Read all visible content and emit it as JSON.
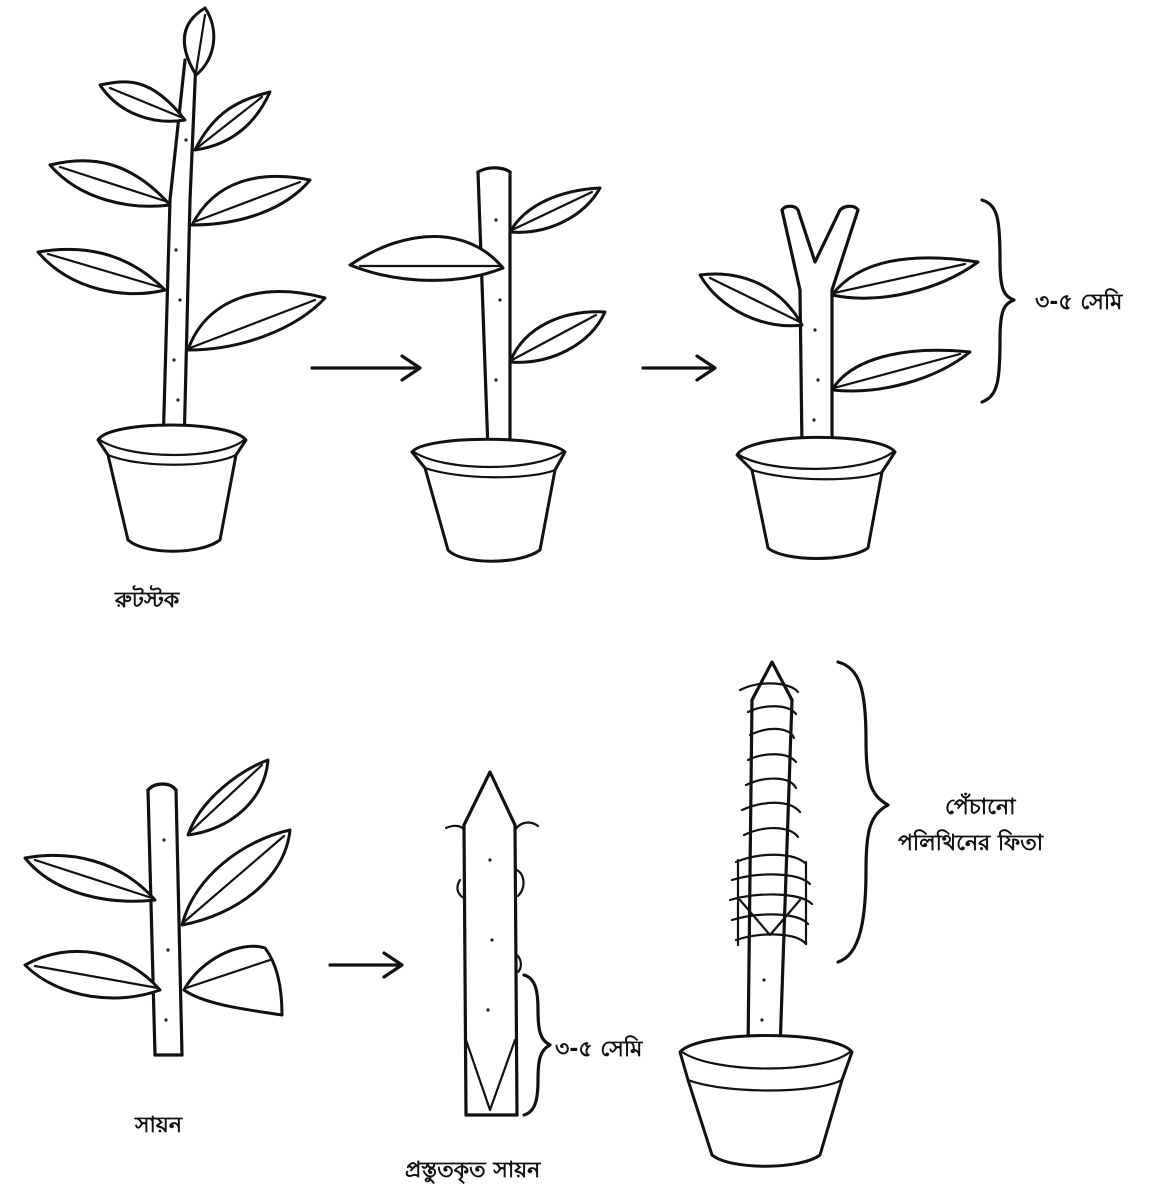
{
  "labels": {
    "rootstock": "রুটস্টক",
    "scion": "সায়ন",
    "prepared_scion": "প্রস্তুতকৃত সায়ন",
    "length_top": "৩-৫ সেমি",
    "length_bottom": "৩-৫ সেমি",
    "wrap_line1": "পেঁচানো",
    "wrap_line2": "পলিথিনের ফিতা"
  }
}
